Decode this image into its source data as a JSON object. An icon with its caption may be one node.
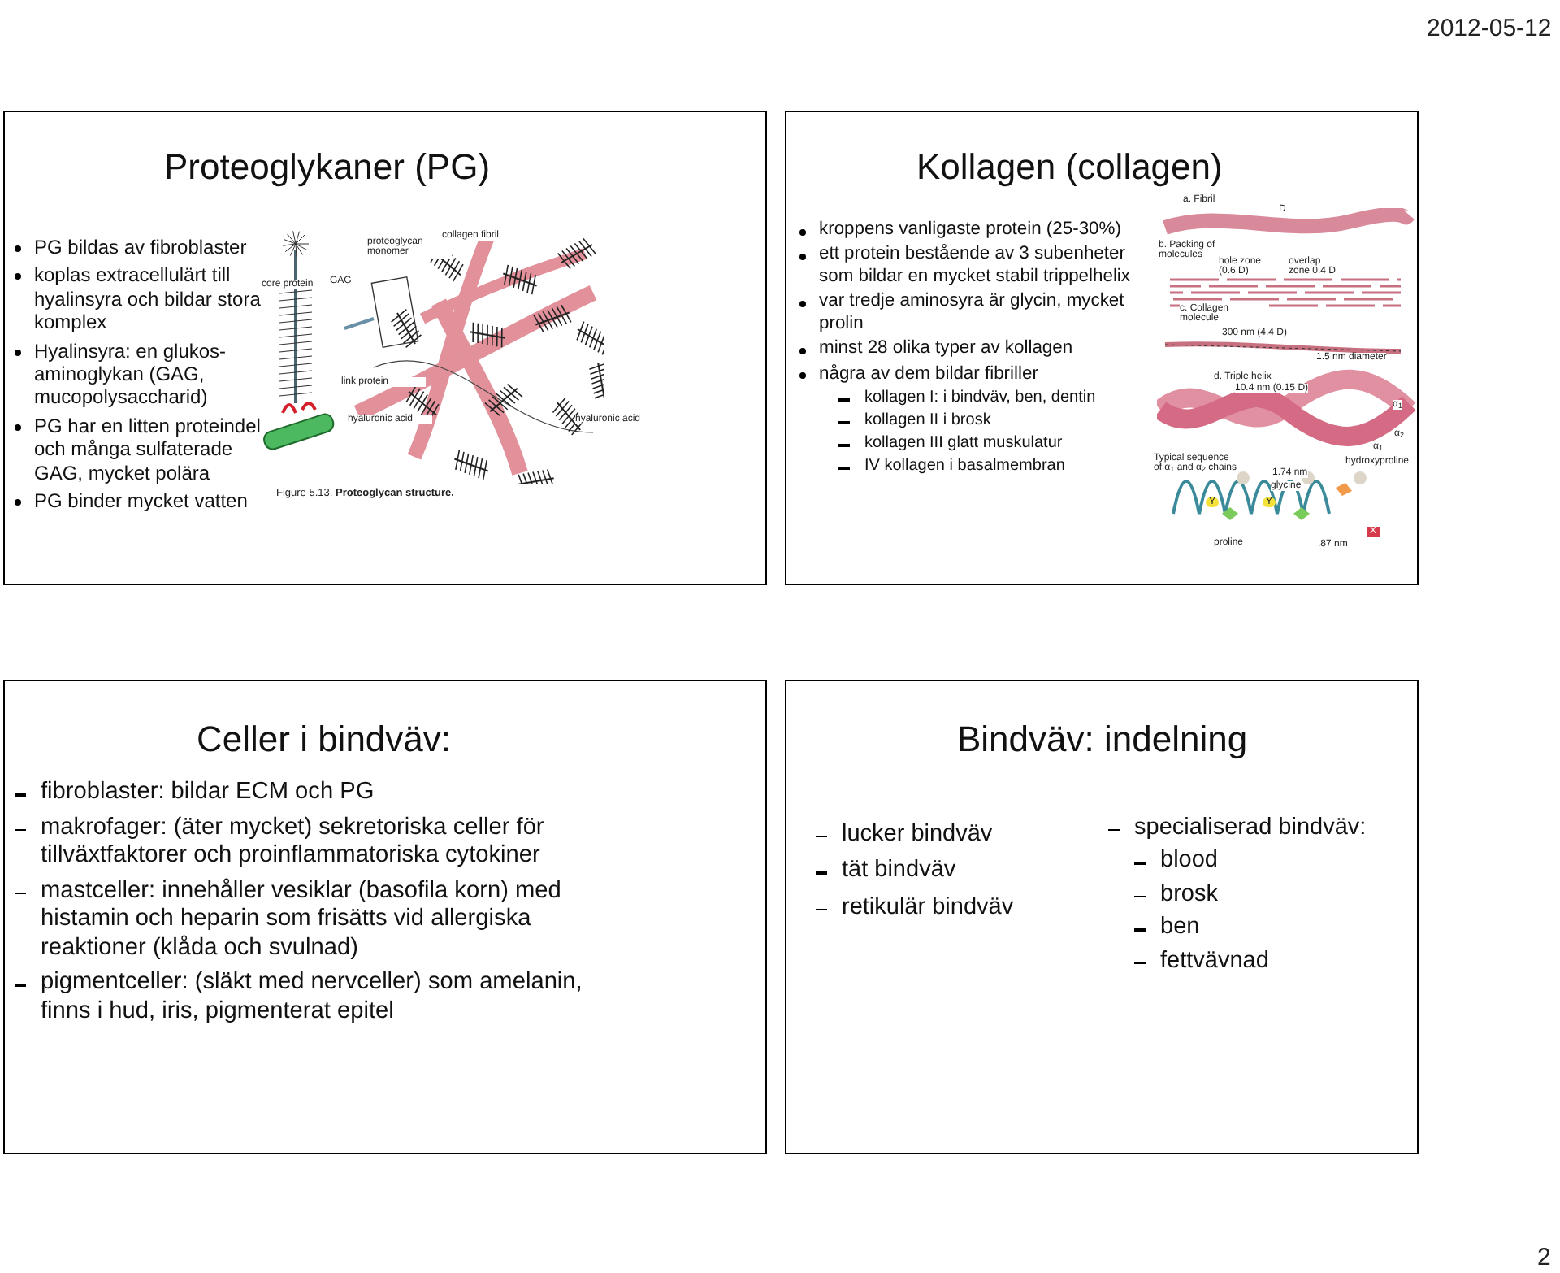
{
  "diagram": {
    "nodes": [
      {
        "text": [
          "Proteoglykaner (PG)",
          "PG bildas av fibroblaster",
          "koplas extracellulärt till hyalinsyra och bildar stora komplex",
          "Hyalinsyra: en glukos-aminoglykan (GAG, mucopolysaccharid)",
          "PG har en litten proteindel och många sulfaterade GAG, mycket polära",
          "PG binder mycket vatten"
        ]
      },
      {
        "text": [
          "Kollagen (collagen)",
          "kroppens vanligaste protein (25-30%)",
          "ett protein bestående av 3 subenheter som bildar en mycket stabil trippelhelix",
          "var tredje aminosyra är glycin, mycket prolin",
          "minst 28 olika typer av kollagen",
          "några av dem bildar fibriller",
          "kollagen I: i bindväv, ben, dentin",
          "kollagen II i brosk",
          "kollagen III glatt muskulatur",
          "IV kollagen i basalmembran"
        ]
      },
      {
        "text": [
          "Celler i bindväv:",
          "fibroblaster: bildar ECM och PG",
          "makrofager: (äter mycket) sekretoriska celler för tillväxtfaktorer och proinflammatoriska cytokiner",
          "mastceller: innehåller vesiklar (basofila korn) med histamin och heparin som frisätts vid allergiska reaktioner (klåda och svulnad)",
          "pigmentceller: (släkt med nervceller) som amelanin, finns i hud, iris, pigmenterat epitel"
        ]
      },
      {
        "text": [
          "Bindväv: indelning",
          "lucker bindväv",
          "tät bindväv",
          "retikulär bindväv",
          "specialiserad bindväv:",
          "blood",
          "brosk",
          "ben",
          "fettvävnad"
        ]
      }
    ],
    "edges": [],
    "labels": [
      "2012-05-12",
      "core protein",
      "GAG",
      "proteoglycan monomer",
      "collagen fibril",
      "link protein",
      "hyaluronic acid",
      "hyaluronic acid",
      "Figure 5.13. **Proteoglycan structure.**",
      "a. Fibril",
      "D",
      "b. Packing of molecules",
      "hole zone (0.6 D)",
      "overlap zone 0.4 D",
      "c. Collagen molecule",
      "300 nm (4.4 D)",
      "1.5 nm diameter",
      "d. Triple helix",
      "10.4 nm (0.15 D)",
      "α$_{1}$",
      "α$_{2}$",
      "α$_{1}$",
      "Typical sequence of α$_{1}$ and α$_{2}$ chains",
      "1.74 nm",
      "hydroxyproline",
      "glycine",
      "Y",
      "Y",
      "X",
      "proline",
      ".87 nm",
      "2"
    ]
  }
}
